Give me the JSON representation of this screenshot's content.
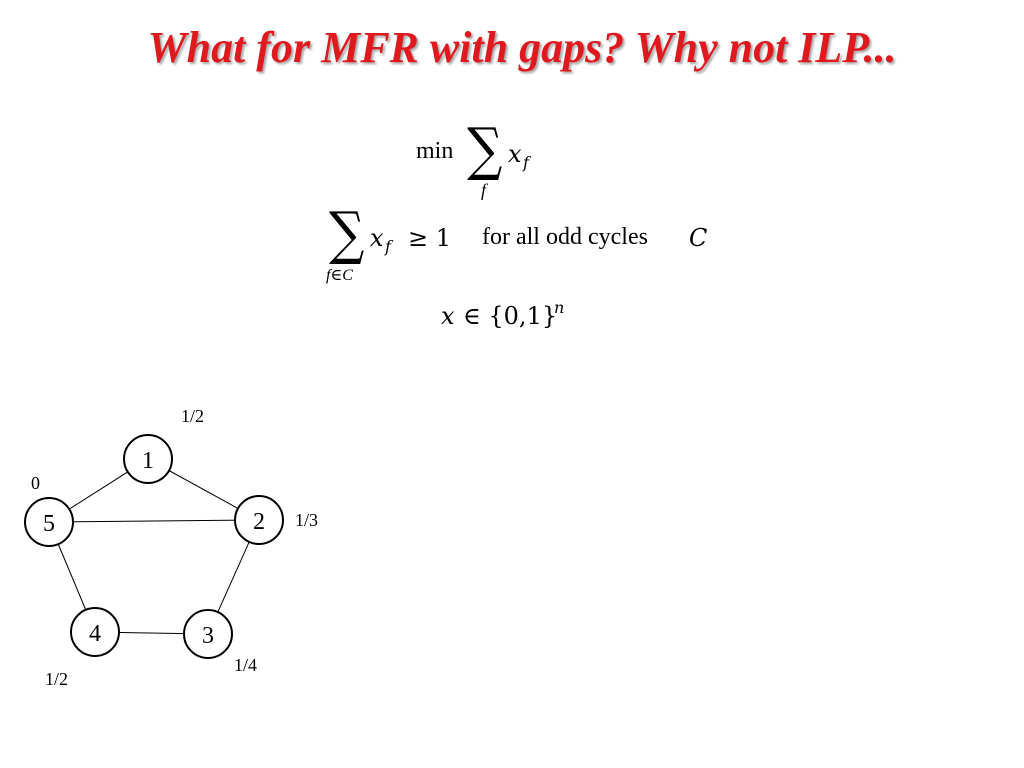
{
  "slide": {
    "title": "What for MFR with gaps? Why not ILP...",
    "title_color": "#e0191e"
  },
  "ilp": {
    "objective": {
      "op": "min",
      "summand": "x",
      "summand_sub": "f",
      "sum_index": "f"
    },
    "constraint": {
      "sum_index": "f∈C",
      "summand": "x",
      "summand_sub": "f",
      "relation": "≥ 1",
      "text": "for all odd cycles",
      "cycle_var": "C"
    },
    "domain": {
      "var": "x",
      "set": "∈ {0,1}",
      "exponent": "n"
    }
  },
  "graph": {
    "nodes": [
      {
        "id": "1",
        "value_label": "1/2"
      },
      {
        "id": "2",
        "value_label": "1/3"
      },
      {
        "id": "3",
        "value_label": "1/4"
      },
      {
        "id": "4",
        "value_label": "1/2"
      },
      {
        "id": "5",
        "value_label": "0"
      }
    ],
    "edges": [
      [
        "1",
        "2"
      ],
      [
        "2",
        "3"
      ],
      [
        "3",
        "4"
      ],
      [
        "4",
        "5"
      ],
      [
        "5",
        "1"
      ],
      [
        "5",
        "2"
      ]
    ]
  }
}
